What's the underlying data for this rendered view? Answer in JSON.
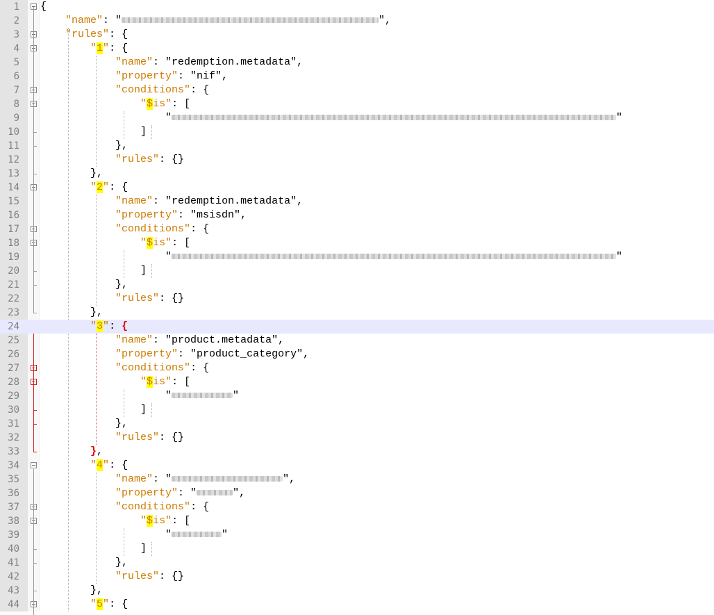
{
  "editor": {
    "current_line": 24,
    "lines": [
      {
        "n": "1",
        "segs": [
          {
            "c": "op",
            "t": "{"
          }
        ]
      },
      {
        "n": "2",
        "segs": [
          {
            "c": "op",
            "t": "    "
          },
          {
            "c": "k",
            "t": "\"name\""
          },
          {
            "c": "op",
            "t": ": \""
          },
          {
            "c": "blur",
            "w": 370
          },
          {
            "c": "op",
            "t": "\","
          }
        ]
      },
      {
        "n": "3",
        "segs": [
          {
            "c": "op",
            "t": "    "
          },
          {
            "c": "k",
            "t": "\"rules\""
          },
          {
            "c": "op",
            "t": ": {"
          }
        ]
      },
      {
        "n": "4",
        "segs": [
          {
            "c": "op",
            "t": "        "
          },
          {
            "c": "k",
            "t": "\""
          },
          {
            "c": "hl",
            "t": "1"
          },
          {
            "c": "k",
            "t": "\""
          },
          {
            "c": "op",
            "t": ": {"
          }
        ]
      },
      {
        "n": "5",
        "segs": [
          {
            "c": "op",
            "t": "            "
          },
          {
            "c": "k",
            "t": "\"name\""
          },
          {
            "c": "op",
            "t": ": \"redemption.metadata\","
          }
        ]
      },
      {
        "n": "6",
        "segs": [
          {
            "c": "op",
            "t": "            "
          },
          {
            "c": "k",
            "t": "\"property\""
          },
          {
            "c": "op",
            "t": ": \"nif\","
          }
        ]
      },
      {
        "n": "7",
        "segs": [
          {
            "c": "op",
            "t": "            "
          },
          {
            "c": "k",
            "t": "\"conditions\""
          },
          {
            "c": "op",
            "t": ": {"
          }
        ]
      },
      {
        "n": "8",
        "segs": [
          {
            "c": "op",
            "t": "                "
          },
          {
            "c": "k",
            "t": "\""
          },
          {
            "c": "hl",
            "t": "$"
          },
          {
            "c": "k",
            "t": "is\""
          },
          {
            "c": "op",
            "t": ": ["
          }
        ]
      },
      {
        "n": "9",
        "segs": [
          {
            "c": "op",
            "t": "                    \""
          },
          {
            "c": "blur",
            "w": 640
          },
          {
            "c": "op",
            "t": "\""
          }
        ]
      },
      {
        "n": "10",
        "segs": [
          {
            "c": "op",
            "t": "                ]"
          }
        ]
      },
      {
        "n": "11",
        "segs": [
          {
            "c": "op",
            "t": "            },"
          }
        ]
      },
      {
        "n": "12",
        "segs": [
          {
            "c": "op",
            "t": "            "
          },
          {
            "c": "k",
            "t": "\"rules\""
          },
          {
            "c": "op",
            "t": ": {}"
          }
        ]
      },
      {
        "n": "13",
        "segs": [
          {
            "c": "op",
            "t": "        },"
          }
        ]
      },
      {
        "n": "14",
        "segs": [
          {
            "c": "op",
            "t": "        "
          },
          {
            "c": "k",
            "t": "\""
          },
          {
            "c": "hl",
            "t": "2"
          },
          {
            "c": "k",
            "t": "\""
          },
          {
            "c": "op",
            "t": ": {"
          }
        ]
      },
      {
        "n": "15",
        "segs": [
          {
            "c": "op",
            "t": "            "
          },
          {
            "c": "k",
            "t": "\"name\""
          },
          {
            "c": "op",
            "t": ": \"redemption.metadata\","
          }
        ]
      },
      {
        "n": "16",
        "segs": [
          {
            "c": "op",
            "t": "            "
          },
          {
            "c": "k",
            "t": "\"property\""
          },
          {
            "c": "op",
            "t": ": \"msisdn\","
          }
        ]
      },
      {
        "n": "17",
        "segs": [
          {
            "c": "op",
            "t": "            "
          },
          {
            "c": "k",
            "t": "\"conditions\""
          },
          {
            "c": "op",
            "t": ": {"
          }
        ]
      },
      {
        "n": "18",
        "segs": [
          {
            "c": "op",
            "t": "                "
          },
          {
            "c": "k",
            "t": "\""
          },
          {
            "c": "hl",
            "t": "$"
          },
          {
            "c": "k",
            "t": "is\""
          },
          {
            "c": "op",
            "t": ": ["
          }
        ]
      },
      {
        "n": "19",
        "segs": [
          {
            "c": "op",
            "t": "                    \""
          },
          {
            "c": "blur",
            "w": 640
          },
          {
            "c": "op",
            "t": "\""
          }
        ]
      },
      {
        "n": "20",
        "segs": [
          {
            "c": "op",
            "t": "                ]"
          }
        ]
      },
      {
        "n": "21",
        "segs": [
          {
            "c": "op",
            "t": "            },"
          }
        ]
      },
      {
        "n": "22",
        "segs": [
          {
            "c": "op",
            "t": "            "
          },
          {
            "c": "k",
            "t": "\"rules\""
          },
          {
            "c": "op",
            "t": ": {}"
          }
        ]
      },
      {
        "n": "23",
        "segs": [
          {
            "c": "op",
            "t": "        },"
          }
        ]
      },
      {
        "n": "24",
        "segs": [
          {
            "c": "op",
            "t": "        "
          },
          {
            "c": "k",
            "t": "\""
          },
          {
            "c": "hl",
            "t": "3"
          },
          {
            "c": "k",
            "t": "\""
          },
          {
            "c": "op",
            "t": ": "
          },
          {
            "c": "red",
            "t": "{"
          }
        ]
      },
      {
        "n": "25",
        "segs": [
          {
            "c": "op",
            "t": "            "
          },
          {
            "c": "k",
            "t": "\"name\""
          },
          {
            "c": "op",
            "t": ": \"product.metadata\","
          }
        ]
      },
      {
        "n": "26",
        "segs": [
          {
            "c": "op",
            "t": "            "
          },
          {
            "c": "k",
            "t": "\"property\""
          },
          {
            "c": "op",
            "t": ": \"product_category\","
          }
        ]
      },
      {
        "n": "27",
        "segs": [
          {
            "c": "op",
            "t": "            "
          },
          {
            "c": "k",
            "t": "\"conditions\""
          },
          {
            "c": "op",
            "t": ": {"
          }
        ]
      },
      {
        "n": "28",
        "segs": [
          {
            "c": "op",
            "t": "                "
          },
          {
            "c": "k",
            "t": "\""
          },
          {
            "c": "hl",
            "t": "$"
          },
          {
            "c": "k",
            "t": "is\""
          },
          {
            "c": "op",
            "t": ": ["
          }
        ]
      },
      {
        "n": "29",
        "segs": [
          {
            "c": "op",
            "t": "                    \""
          },
          {
            "c": "blur",
            "w": 88
          },
          {
            "c": "op",
            "t": "\""
          }
        ]
      },
      {
        "n": "30",
        "segs": [
          {
            "c": "op",
            "t": "                ]"
          }
        ]
      },
      {
        "n": "31",
        "segs": [
          {
            "c": "op",
            "t": "            },"
          }
        ]
      },
      {
        "n": "32",
        "segs": [
          {
            "c": "op",
            "t": "            "
          },
          {
            "c": "k",
            "t": "\"rules\""
          },
          {
            "c": "op",
            "t": ": {}"
          }
        ]
      },
      {
        "n": "33",
        "segs": [
          {
            "c": "op",
            "t": "        "
          },
          {
            "c": "red",
            "t": "}"
          },
          {
            "c": "op",
            "t": ","
          }
        ]
      },
      {
        "n": "34",
        "segs": [
          {
            "c": "op",
            "t": "        "
          },
          {
            "c": "k",
            "t": "\""
          },
          {
            "c": "hl",
            "t": "4"
          },
          {
            "c": "k",
            "t": "\""
          },
          {
            "c": "op",
            "t": ": {"
          }
        ]
      },
      {
        "n": "35",
        "segs": [
          {
            "c": "op",
            "t": "            "
          },
          {
            "c": "k",
            "t": "\"name\""
          },
          {
            "c": "op",
            "t": ": \""
          },
          {
            "c": "blur",
            "w": 160
          },
          {
            "c": "op",
            "t": "\","
          }
        ]
      },
      {
        "n": "36",
        "segs": [
          {
            "c": "op",
            "t": "            "
          },
          {
            "c": "k",
            "t": "\"property\""
          },
          {
            "c": "op",
            "t": ": \""
          },
          {
            "c": "blur",
            "w": 52
          },
          {
            "c": "op",
            "t": "\","
          }
        ]
      },
      {
        "n": "37",
        "segs": [
          {
            "c": "op",
            "t": "            "
          },
          {
            "c": "k",
            "t": "\"conditions\""
          },
          {
            "c": "op",
            "t": ": {"
          }
        ]
      },
      {
        "n": "38",
        "segs": [
          {
            "c": "op",
            "t": "                "
          },
          {
            "c": "k",
            "t": "\""
          },
          {
            "c": "hl",
            "t": "$"
          },
          {
            "c": "k",
            "t": "is\""
          },
          {
            "c": "op",
            "t": ": ["
          }
        ]
      },
      {
        "n": "39",
        "segs": [
          {
            "c": "op",
            "t": "                    \""
          },
          {
            "c": "blur",
            "w": 72
          },
          {
            "c": "op",
            "t": "\""
          }
        ]
      },
      {
        "n": "40",
        "segs": [
          {
            "c": "op",
            "t": "                ]"
          }
        ]
      },
      {
        "n": "41",
        "segs": [
          {
            "c": "op",
            "t": "            },"
          }
        ]
      },
      {
        "n": "42",
        "segs": [
          {
            "c": "op",
            "t": "            "
          },
          {
            "c": "k",
            "t": "\"rules\""
          },
          {
            "c": "op",
            "t": ": {}"
          }
        ]
      },
      {
        "n": "43",
        "segs": [
          {
            "c": "op",
            "t": "        },"
          }
        ]
      },
      {
        "n": "44",
        "segs": [
          {
            "c": "op",
            "t": "        "
          },
          {
            "c": "k",
            "t": "\""
          },
          {
            "c": "hl",
            "t": "5"
          },
          {
            "c": "k",
            "t": "\""
          },
          {
            "c": "op",
            "t": ": {"
          }
        ]
      }
    ]
  }
}
